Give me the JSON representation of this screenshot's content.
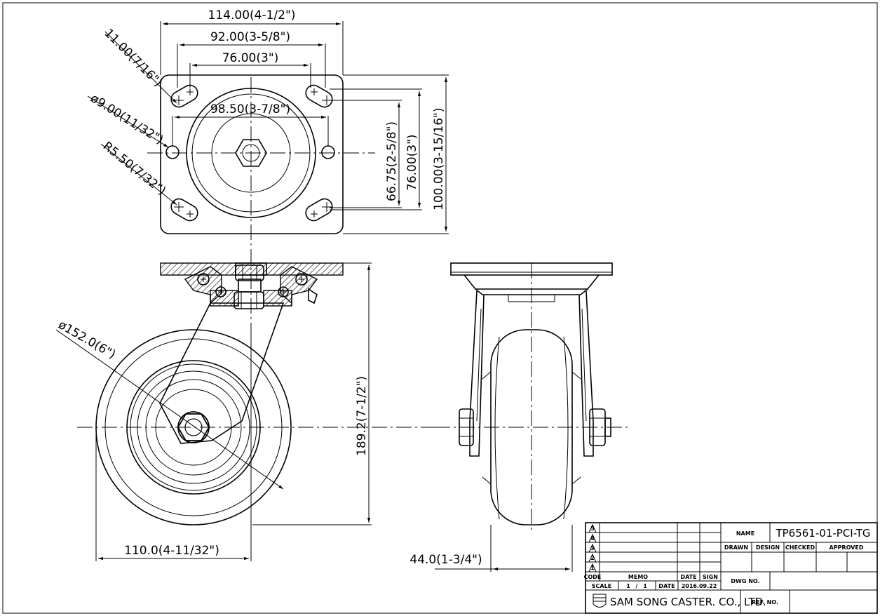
{
  "dimensions": {
    "plate_width": "114.00(4-1/2\")",
    "hole_spacing_outer": "92.00(3-5/8\")",
    "hole_spacing_inner": "76.00(3\")",
    "slot_width": "11.00(7/16\")",
    "hole_diameter": "ø9.00(11/32\")",
    "center_spacing": "98.50(3-7/8\")",
    "slot_radius": "R5.50(7/32\")",
    "plate_height": "100.00(3-15/16\")",
    "hole_spacing_vertical": "76.00(3\")",
    "slot_spacing_vertical": "66.75(2-5/8\")",
    "wheel_diameter": "ø152.0(6\")",
    "overall_height": "189.2(7-1/2\")",
    "swivel_offset": "110.0(4-11/32\")",
    "wheel_width": "44.0(1-3/4\")"
  },
  "title_block": {
    "revision_marks": [
      "5",
      "4",
      "3",
      "2",
      "1"
    ],
    "code_label": "CODE",
    "memo_label": "MEMO",
    "date_label": "DATE",
    "sign_label": "SIGN",
    "scale_label": "SCALE",
    "scale_num": "1",
    "scale_sep": "/",
    "scale_den": "1",
    "date_label2": "DATE",
    "date_value": "2016.09.22",
    "name_label": "NAME",
    "part_name": "TP6561-01-PCI-TG",
    "drawn_label": "DRAWN",
    "design_label": "DESIGN",
    "checked_label": "CHECKED",
    "approved_label": "APPROVED",
    "dwg_no_label": "DWG NO.",
    "ref_no_label": "REF. NO.",
    "company": "SAM SONG CASTER. CO., LTD."
  }
}
